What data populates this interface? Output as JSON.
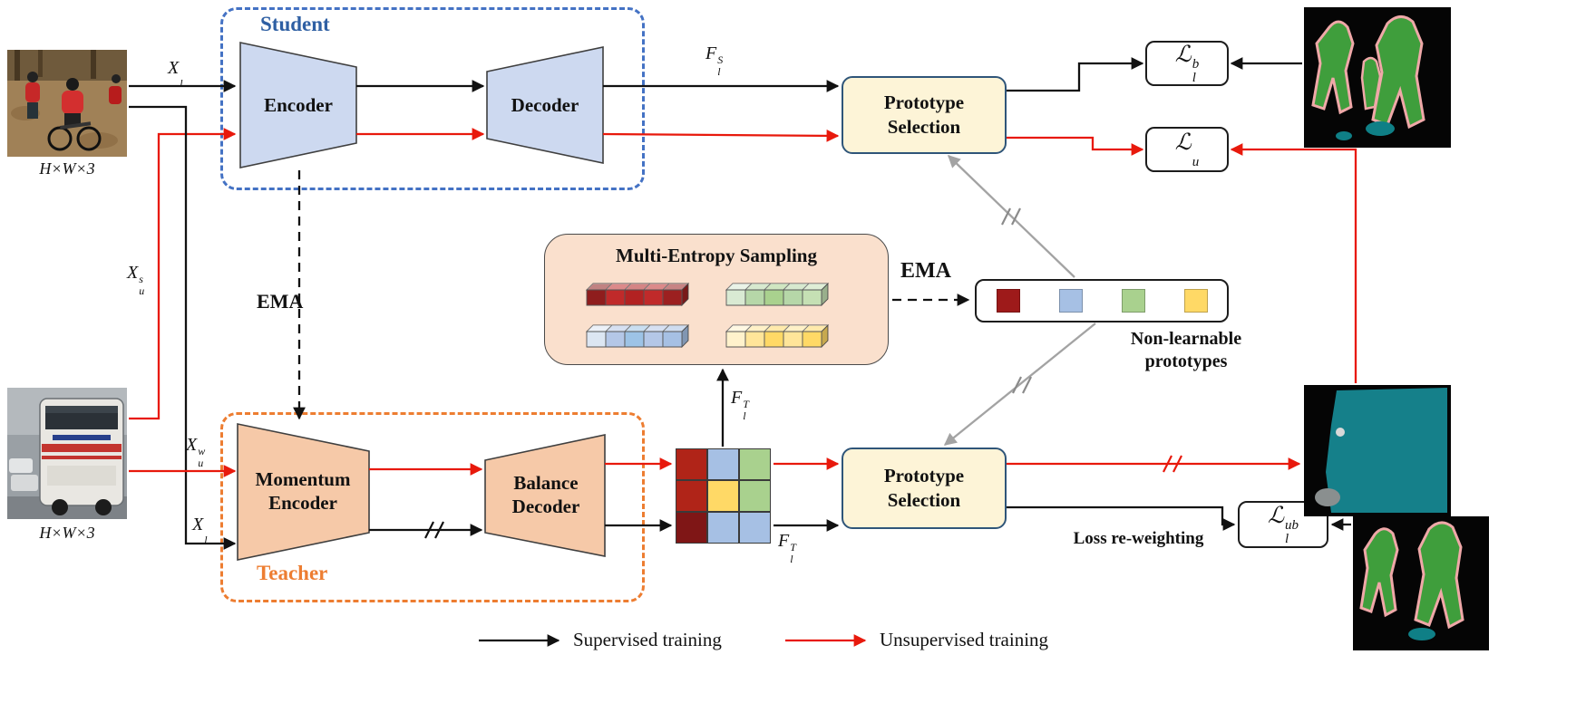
{
  "colors": {
    "student_border": "#4472c4",
    "student_fill": "#cdd9f0",
    "teacher_border": "#ed7d31",
    "teacher_fill": "#f6c9a8",
    "mes_fill": "#fae0cd",
    "ps_fill": "#fdf4d7",
    "ps_border": "#2f5579",
    "arrow_black": "#111111",
    "arrow_red": "#e8190c",
    "arrow_gray": "#a3a3a3",
    "student_label": "#2e5fa3",
    "teacher_label": "#ed7d31"
  },
  "student": {
    "title": "Student",
    "encoder": "Encoder",
    "decoder": "Decoder"
  },
  "teacher": {
    "title": "Teacher",
    "encoder": "Momentum Encoder",
    "decoder": "Balance Decoder"
  },
  "mes": {
    "title": "Multi-Entropy Sampling",
    "groups": [
      {
        "name": "red",
        "colors": [
          "#8f1d1d",
          "#c02a2a",
          "#b22222",
          "#c02a2a",
          "#9c2020"
        ]
      },
      {
        "name": "green",
        "colors": [
          "#d9ead3",
          "#b6d7a8",
          "#a9d18e",
          "#b6d7a8",
          "#c5e0b4"
        ]
      },
      {
        "name": "blue",
        "colors": [
          "#dce6f2",
          "#b4c7e7",
          "#9dc3e6",
          "#b4c7e7",
          "#a6c0e4"
        ]
      },
      {
        "name": "yellow",
        "colors": [
          "#fff2cc",
          "#ffe599",
          "#ffd966",
          "#ffe599",
          "#ffd966"
        ]
      }
    ]
  },
  "prototype_selection": {
    "label": "Prototype Selection"
  },
  "prototypes": {
    "label": "Non-learnable prototypes",
    "colors": [
      "#9e1a1a",
      "#a6c0e4",
      "#a9d18e",
      "#ffd966"
    ]
  },
  "feature_grid": {
    "cells": [
      [
        "#b02418",
        "#a6c0e4",
        "#a9d18e"
      ],
      [
        "#b02418",
        "#ffd966",
        "#a9d18e"
      ],
      [
        "#7f1616",
        "#a6c0e4",
        "#a6c0e4"
      ]
    ]
  },
  "ema": {
    "label": "EMA"
  },
  "annotations": {
    "loss_reweighting": "Loss re-weighting"
  },
  "legend": {
    "supervised": "Supervised training",
    "unsupervised": "Unsupervised training"
  },
  "captions": {
    "input_labeled": "H×W×3",
    "input_unlabeled": "H×W×3"
  },
  "math": {
    "x_l_top": {
      "base": "X",
      "sub": "l",
      "sup": ""
    },
    "x_u_s": {
      "base": "X",
      "sub": "u",
      "sup": "s"
    },
    "x_u_w": {
      "base": "X",
      "sub": "u",
      "sup": "w"
    },
    "x_l_bottom": {
      "base": "X",
      "sub": "l",
      "sup": ""
    },
    "f_l_s": {
      "base": "F",
      "sub": "l",
      "sup": "S"
    },
    "f_l_t_top": {
      "base": "F",
      "sub": "l",
      "sup": "T"
    },
    "f_l_t_bottom": {
      "base": "F",
      "sub": "l",
      "sup": "T"
    },
    "loss_lb": {
      "base": "ℒ",
      "sub": "l",
      "sup": "b"
    },
    "loss_u": {
      "base": "ℒ",
      "sub": "u",
      "sup": ""
    },
    "loss_lub": {
      "base": "ℒ",
      "sub": "l",
      "sup": "ub"
    }
  }
}
